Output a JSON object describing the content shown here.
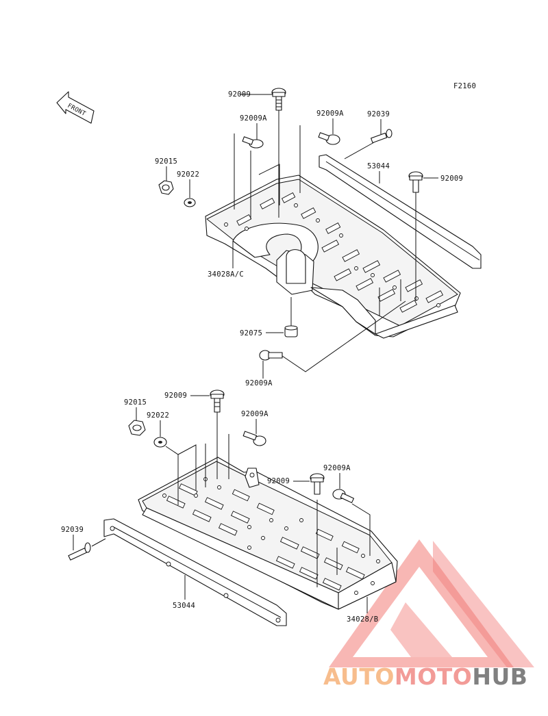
{
  "figure_code": "F2160",
  "front_label": "FRONT",
  "labels": {
    "u_92009_top": "92009",
    "u_92009A_left": "92009A",
    "u_92009A_mid": "92009A",
    "u_92039": "92039",
    "u_92015": "92015",
    "u_92022": "92022",
    "u_53044": "53044",
    "u_92009_right": "92009",
    "u_34028AC": "34028A/C",
    "u_92075": "92075",
    "u_92009A_bottom": "92009A",
    "l_92009_top": "92009",
    "l_92015": "92015",
    "l_92022": "92022",
    "l_92009A_left": "92009A",
    "l_92009_mid": "92009",
    "l_92009A_right": "92009A",
    "l_92039": "92039",
    "l_53044": "53044",
    "l_34028B": "34028/B"
  },
  "watermark": {
    "part1": "AUTO",
    "part2": "MOTO",
    "part3": "HUB",
    "color_part1": "#f6b27a",
    "color_part2": "#f08a86",
    "color_part3": "#6b6b6b",
    "triangle_color": "#f0645f"
  }
}
